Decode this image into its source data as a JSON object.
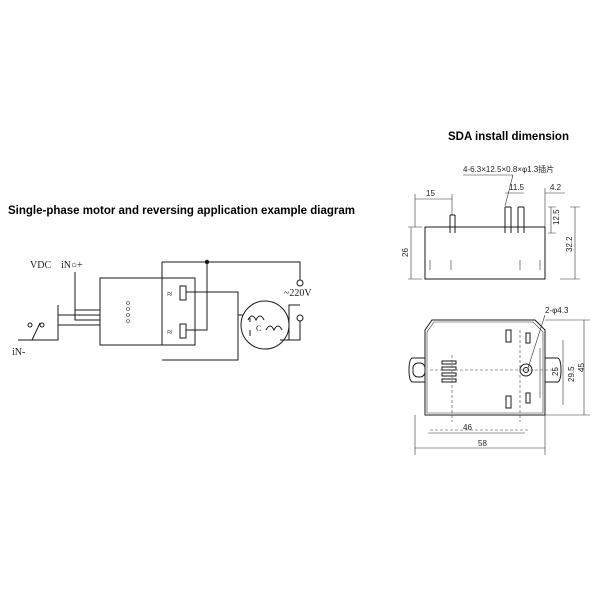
{
  "titles": {
    "install": "SDA install dimension",
    "motor": "Single-phase motor and reversing application example diagram"
  },
  "circuit": {
    "vdc": "VDC",
    "in_plus": "iN○+",
    "in_minus": "iN-",
    "ac": "~220V",
    "ssr_top": "≈",
    "ssr_bottom": "≈",
    "cap": "C"
  },
  "side_view": {
    "pin_spec": "4-6.3×12.5×0.8×φ1.3插片",
    "d15": "15",
    "d11_5": "11.5",
    "d4_2": "4.2",
    "d12_5": "12.5",
    "d26": "26",
    "d32_2": "32.2"
  },
  "top_view": {
    "hole_spec": "2-φ4.3",
    "d25": "25",
    "d29_5": "29.5",
    "d45": "45",
    "d46": "46",
    "d58": "58"
  }
}
